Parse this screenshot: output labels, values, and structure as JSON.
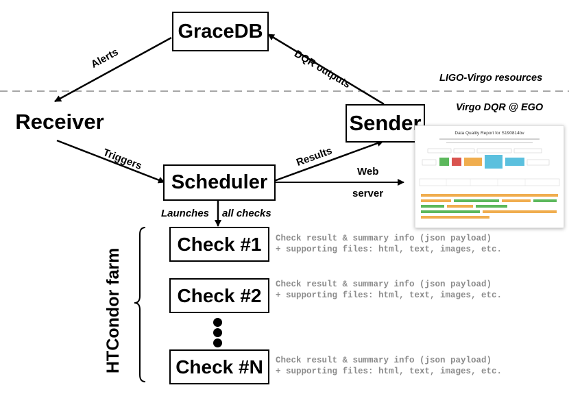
{
  "nodes": {
    "gracedb": "GraceDB",
    "receiver": "Receiver",
    "sender": "Sender",
    "scheduler": "Scheduler",
    "check1": "Check #1",
    "check2": "Check #2",
    "checkN": "Check #N"
  },
  "edges": {
    "alerts": "Alerts",
    "dqr_outputs": "DQR outputs",
    "triggers": "Triggers",
    "results": "Results",
    "web": "Web",
    "server": "server",
    "launches": "Launches",
    "all_checks": "all checks"
  },
  "zones": {
    "ligo_virgo": "LIGO-Virgo resources",
    "virgo_dqr": "Virgo DQR @ EGO",
    "htcondor": "HTCondor farm"
  },
  "check_info": {
    "line1": "Check result & summary info (json payload)",
    "line2": "+ supporting files: html, text, images, etc."
  },
  "thumbnail": {
    "title": "Data Quality Report for S190814bv"
  },
  "colors": {
    "dashed_line": "#a6a6a6",
    "info_text": "#8c8c8c",
    "orange": "#f0ad4e",
    "green": "#5cb85c",
    "red": "#d9534f",
    "blue": "#5bc0de"
  }
}
